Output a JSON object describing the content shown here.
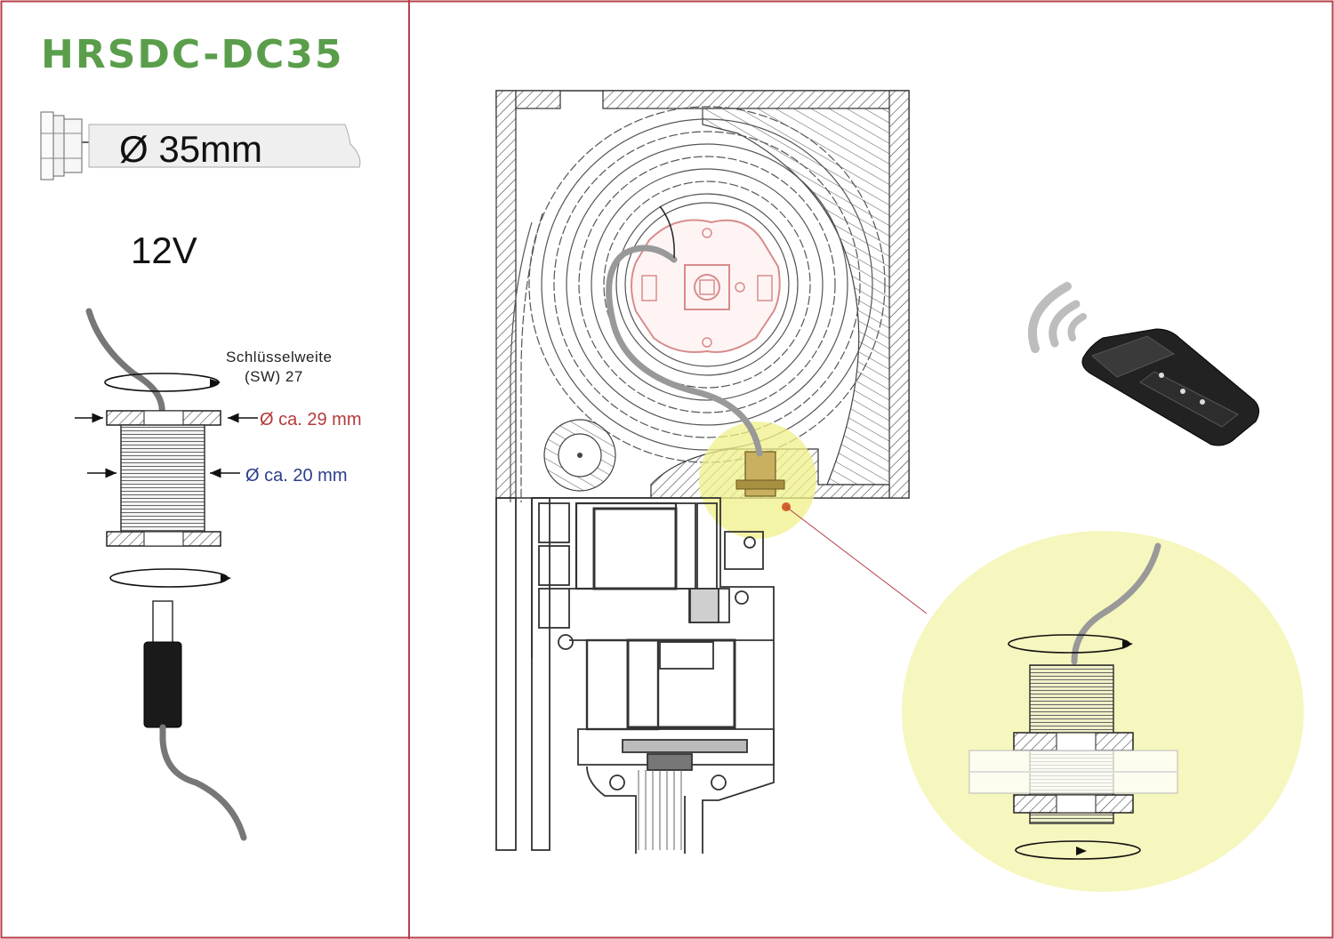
{
  "title": "HRSDC-DC35",
  "diameter_label": "Ø 35mm",
  "voltage_label": "12V",
  "wrench_size": {
    "line1": "Schlüsselweite",
    "line2": "(SW) 27"
  },
  "outer_diameter_label": "Ø ca. 29 mm",
  "inner_diameter_label": "Ø ca. 20 mm",
  "colors": {
    "title": "#5a9e4b",
    "frame": "#b5404a",
    "outer_diameter": "#b33a3a",
    "inner_diameter": "#2c3e8c",
    "highlight": "#f3f3a0",
    "motor_head": "#d88c8c"
  },
  "icons": {
    "remote": "remote-control-icon",
    "signal": "wifi-signal-icon"
  }
}
